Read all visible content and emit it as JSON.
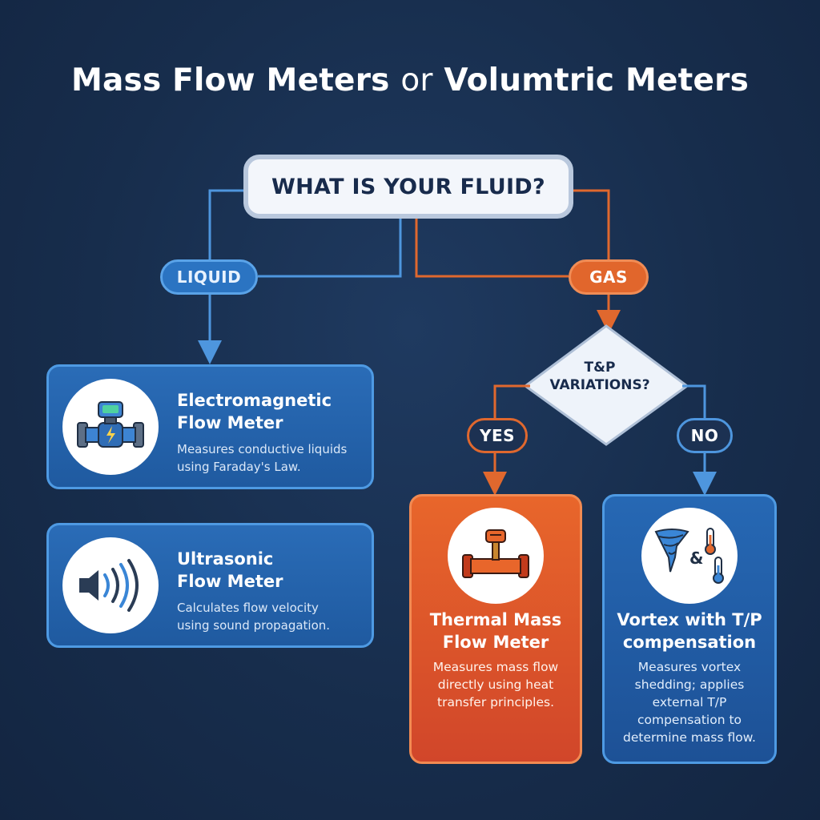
{
  "title": {
    "part1": "Mass Flow Meters",
    "connector": "or",
    "part2": "Volumtric Meters"
  },
  "question": "WHAT IS YOUR FLUID?",
  "branches": {
    "liquid": "LIQUID",
    "gas": "GAS"
  },
  "decision": {
    "line1": "T&P",
    "line2": "VARIATIONS?",
    "yes": "YES",
    "no": "NO"
  },
  "meters": {
    "electromagnetic": {
      "title1": "Electromagnetic",
      "title2": "Flow Meter",
      "desc1": "Measures conductive liquids",
      "desc2": "using Faraday's Law.",
      "icon": "electromagnetic-meter-icon"
    },
    "ultrasonic": {
      "title1": "Ultrasonic",
      "title2": "Flow Meter",
      "desc1": "Calculates flow velocity",
      "desc2": "using sound propagation.",
      "icon": "ultrasonic-waves-icon"
    },
    "thermal": {
      "title1": "Thermal Mass",
      "title2": "Flow Meter",
      "desc1": "Measures mass flow",
      "desc2": "directly using heat",
      "desc3": "transfer principles.",
      "icon": "thermal-probe-icon"
    },
    "vortex": {
      "title1": "Vortex with T/P",
      "title2": "compensation",
      "desc1": "Measures vortex",
      "desc2": "shedding; applies",
      "desc3": "external T/P",
      "desc4": "compensation to",
      "desc5": "determine mass flow.",
      "icon_symbol": "&",
      "icon": "vortex-thermometer-icon"
    }
  },
  "colors": {
    "background": "#172d4c",
    "liquid_blue": "#4e96de",
    "gas_orange": "#e0682e",
    "question_bg": "#f3f6fb"
  }
}
